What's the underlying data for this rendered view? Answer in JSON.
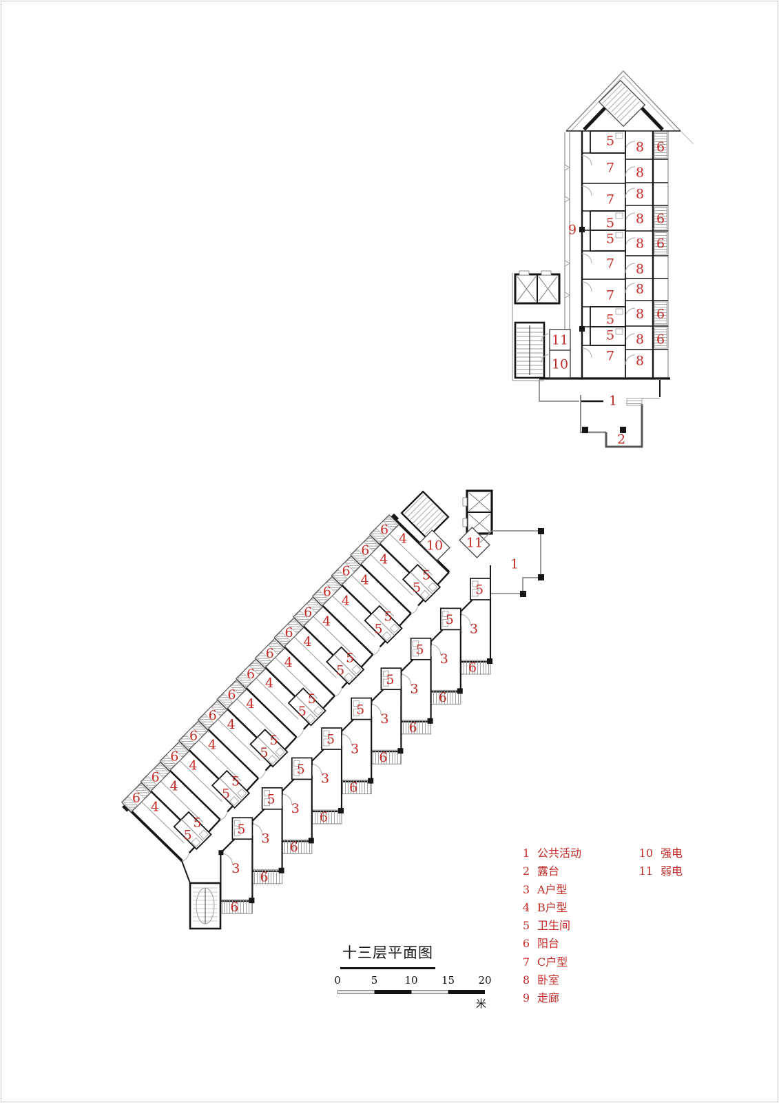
{
  "page": {
    "background": "#ffffff",
    "frame_color": "#c6c6c6"
  },
  "colors": {
    "label_red": "#c42a26",
    "wall_black": "#161616",
    "line_gray": "#8d8d8d"
  },
  "upper_building": {
    "corridor_label": "9",
    "left_column_rooms": [
      "5",
      "7",
      "7",
      "5",
      "5",
      "7",
      "7",
      "5",
      "5",
      "7"
    ],
    "right_column_rooms": [
      "8",
      "8",
      "8",
      "8",
      "8",
      "8",
      "8",
      "8",
      "8",
      "8"
    ],
    "right_balcony_label": "6",
    "right_balcony_rows": [
      1,
      4,
      5,
      8,
      9
    ],
    "service_rooms": {
      "weak_power": "11",
      "strong_power": "10"
    },
    "public_room": "1",
    "terrace_room": "2"
  },
  "main_building": {
    "hall_label": "1",
    "service_rooms": {
      "strong_power": "10",
      "weak_power": "11"
    },
    "b_row": {
      "unit_count": 14,
      "unit_label": "4",
      "balcony_label": "6",
      "bath_label": "5",
      "bath_pair_count": 7
    },
    "a_row": {
      "unit_count": 9,
      "unit_label": "3",
      "balcony_label": "6",
      "bath_label": "5"
    }
  },
  "title_block": {
    "title": "十三层平面图"
  },
  "scale_bar": {
    "ticks": [
      "0",
      "5",
      "10",
      "15",
      "20"
    ],
    "unit": "米"
  },
  "legend": {
    "columns": [
      {
        "items": [
          {
            "num": "1",
            "label": "公共活动"
          },
          {
            "num": "2",
            "label": "露台"
          },
          {
            "num": "3",
            "label": "A户型"
          },
          {
            "num": "4",
            "label": "B户型"
          },
          {
            "num": "5",
            "label": "卫生间"
          },
          {
            "num": "6",
            "label": "阳台"
          },
          {
            "num": "7",
            "label": "C户型"
          },
          {
            "num": "8",
            "label": "卧室"
          },
          {
            "num": "9",
            "label": "走廊"
          }
        ]
      },
      {
        "items": [
          {
            "num": "10",
            "label": "强电"
          },
          {
            "num": "11",
            "label": "弱电"
          }
        ]
      }
    ]
  }
}
